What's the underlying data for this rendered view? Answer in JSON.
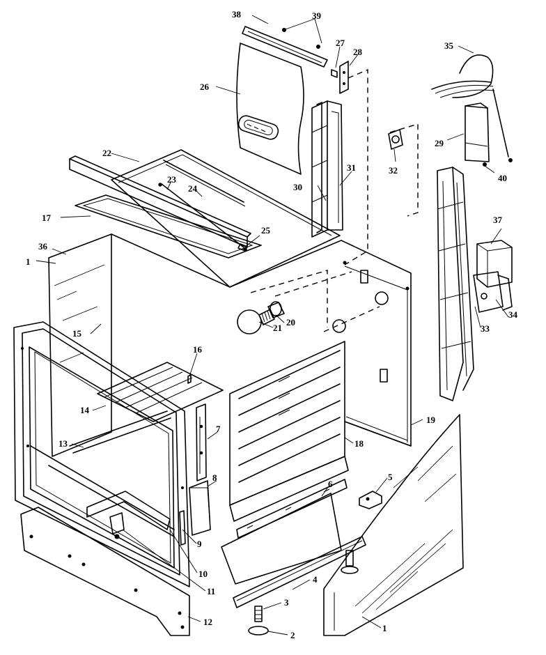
{
  "callouts": [
    "1",
    "1",
    "2",
    "3",
    "4",
    "5",
    "6",
    "7",
    "8",
    "9",
    "10",
    "11",
    "12",
    "13",
    "14",
    "15",
    "16",
    "17",
    "18",
    "19",
    "20",
    "21",
    "22",
    "23",
    "24",
    "25",
    "26",
    "27",
    "28",
    "29",
    "30",
    "31",
    "32",
    "33",
    "34",
    "35",
    "36",
    "37",
    "38",
    "39",
    "40"
  ]
}
